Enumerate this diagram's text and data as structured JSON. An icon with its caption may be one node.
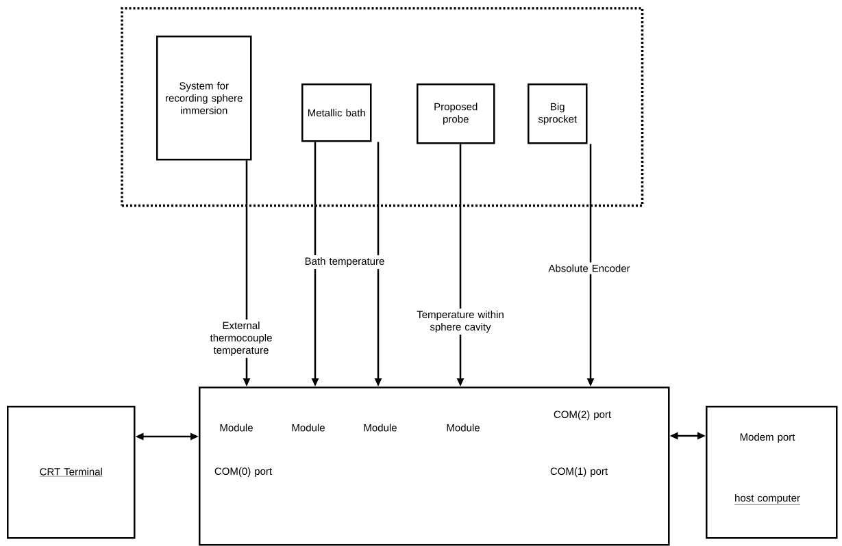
{
  "diagram": {
    "nodes": [
      {
        "text": [],
        "shape": "box"
      },
      {
        "text": [
          "System for recording sphere immersion"
        ],
        "in": 0
      },
      {
        "text": [
          "Metallic bath"
        ],
        "in": 0
      },
      {
        "text": [
          "Proposed probe"
        ],
        "in": 0
      },
      {
        "text": [
          "Big sprocket"
        ],
        "in": 0
      },
      {
        "text": [
          "Module",
          "Module",
          "Module",
          "Module",
          "COM(2) port",
          "COM(0) port",
          "COM(1) port"
        ]
      },
      {
        "text": [
          "CRT Terminal"
        ]
      },
      {
        "text": [
          "Modem port",
          "host computer"
        ]
      }
    ],
    "edges": [
      {
        "from": 1,
        "to": 5,
        "arrow": "to",
        "label": "External thermocouple temperature"
      },
      {
        "from": 2,
        "to": 5,
        "arrow": "to",
        "label": "Bath temperature"
      },
      {
        "from": 2,
        "to": 5,
        "arrow": "to"
      },
      {
        "from": 3,
        "to": 5,
        "arrow": "to",
        "label": "Temperature within sphere cavity"
      },
      {
        "from": 4,
        "to": 5,
        "arrow": "to",
        "label": "Absolute Encoder"
      },
      {
        "from": 6,
        "to": 5,
        "arrow": "both"
      },
      {
        "from": 5,
        "to": 7,
        "arrow": "both"
      }
    ]
  }
}
